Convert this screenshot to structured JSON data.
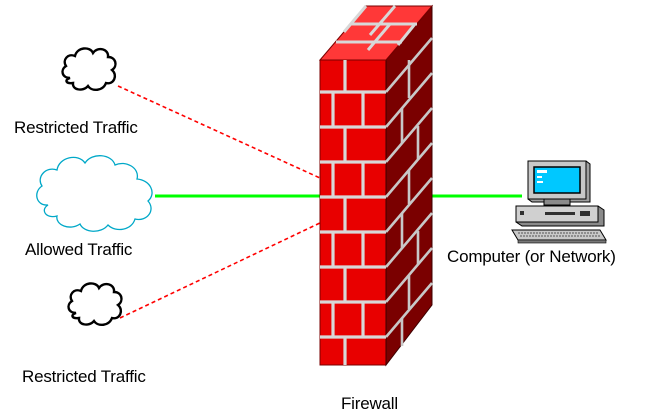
{
  "labels": {
    "restricted_top": "Restricted Traffic",
    "allowed": "Allowed Traffic",
    "restricted_bottom": "Restricted Traffic",
    "computer": "Computer (or Network)",
    "firewall": "Firewall"
  },
  "colors": {
    "allowed_line": "#00ff00",
    "restricted_line": "#ff0000",
    "brick_front": "#e80000",
    "brick_side": "#7a0000",
    "brick_top": "#ff4040",
    "mortar": "#d8d8d8",
    "monitor_screen": "#00c8ff"
  },
  "icons": {
    "restricted_top": "restricted-cloud-icon",
    "allowed": "allowed-cloud-icon",
    "restricted_bottom": "restricted-cloud-icon",
    "computer": "computer-icon",
    "firewall": "brick-wall-icon"
  }
}
